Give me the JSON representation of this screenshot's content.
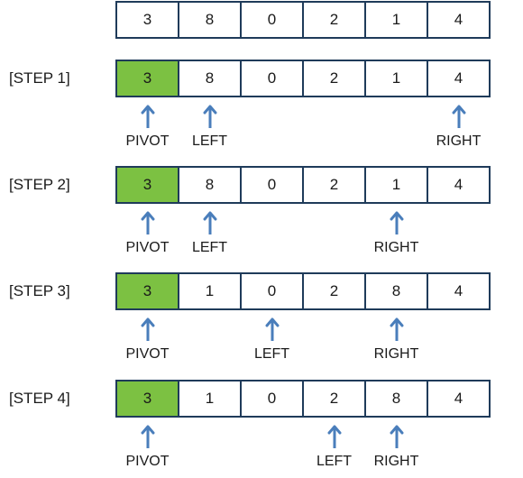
{
  "initial_array": [
    "3",
    "8",
    "0",
    "2",
    "1",
    "4"
  ],
  "colors": {
    "cell_border": "#1f3b5a",
    "pivot_fill": "#7cc142",
    "arrow": "#4a7ebb"
  },
  "steps": [
    {
      "label": "[STEP 1]",
      "values": [
        "3",
        "8",
        "0",
        "2",
        "1",
        "4"
      ],
      "pivot_index": 0,
      "pointers": [
        {
          "index": 0,
          "label": "PIVOT"
        },
        {
          "index": 1,
          "label": "LEFT"
        },
        {
          "index": 5,
          "label": "RIGHT"
        }
      ]
    },
    {
      "label": "[STEP 2]",
      "values": [
        "3",
        "8",
        "0",
        "2",
        "1",
        "4"
      ],
      "pivot_index": 0,
      "pointers": [
        {
          "index": 0,
          "label": "PIVOT"
        },
        {
          "index": 1,
          "label": "LEFT"
        },
        {
          "index": 4,
          "label": "RIGHT"
        }
      ]
    },
    {
      "label": "[STEP 3]",
      "values": [
        "3",
        "1",
        "0",
        "2",
        "8",
        "4"
      ],
      "pivot_index": 0,
      "pointers": [
        {
          "index": 0,
          "label": "PIVOT"
        },
        {
          "index": 2,
          "label": "LEFT"
        },
        {
          "index": 4,
          "label": "RIGHT"
        }
      ]
    },
    {
      "label": "[STEP 4]",
      "values": [
        "3",
        "1",
        "0",
        "2",
        "8",
        "4"
      ],
      "pivot_index": 0,
      "pointers": [
        {
          "index": 0,
          "label": "PIVOT"
        },
        {
          "index": 3,
          "label": "LEFT"
        },
        {
          "index": 4,
          "label": "RIGHT"
        }
      ]
    }
  ]
}
